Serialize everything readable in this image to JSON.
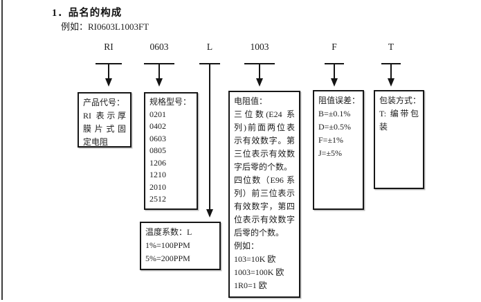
{
  "header": {
    "title": "1．品名的构成",
    "example": "例如：RI0603L1003FT"
  },
  "code_segments": [
    "RI",
    "0603",
    "L",
    "1003",
    "F",
    "T"
  ],
  "boxes": {
    "product": {
      "lines": [
        "产品代号：",
        "RI 表示厚",
        "膜片式固",
        "定电阻"
      ]
    },
    "spec": {
      "lines": [
        "规格型号：",
        "0201",
        "0402",
        "0603",
        "0805",
        "1206",
        "1210",
        "2010",
        "2512"
      ]
    },
    "temp": {
      "lines": [
        "温度系数：L",
        "1%=100PPM",
        "5%=200PPM"
      ]
    },
    "resistance": {
      "lines": [
        "电阻值：",
        "三位数(E24 系",
        "列)前面两位表",
        "示有效数字。第",
        "三位表示有效数",
        "字后零的个数。",
        "四位数（E96 系",
        "列）前三位表示",
        "有效数字，第四",
        "位表示有效数字",
        "后零的个数。",
        "例如：",
        "103=10K 欧",
        "1003=100K 欧",
        "1R0=1 欧"
      ]
    },
    "tolerance": {
      "lines": [
        "阻值误差：",
        "B=±0.1%",
        "D=±0.5%",
        "F=±1%",
        "J=±5%"
      ]
    },
    "packaging": {
      "lines": [
        "包装方式：",
        "T: 编带包",
        "装"
      ]
    }
  },
  "colors": {
    "text": "#1b1b1b",
    "box_border": "#161616",
    "scan_edge": "#3c3c3c"
  }
}
